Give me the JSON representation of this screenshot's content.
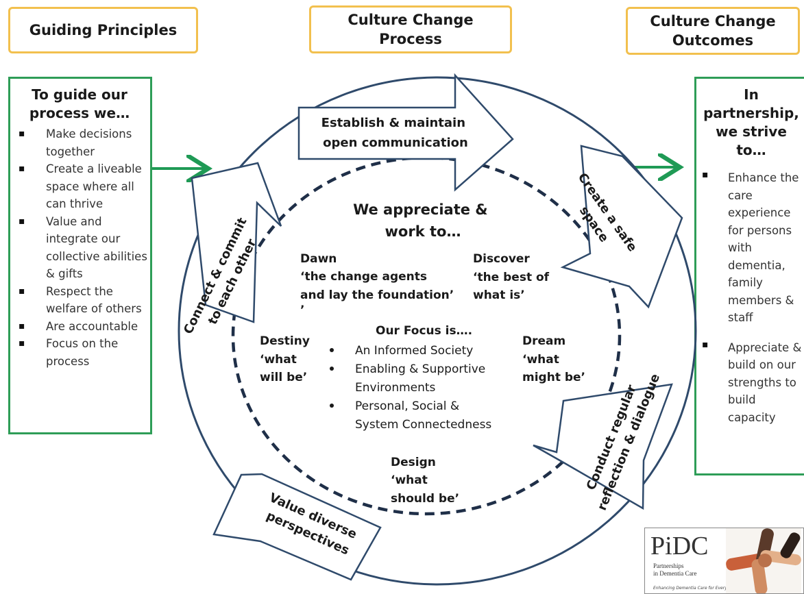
{
  "headers": {
    "guiding": "Guiding Principles",
    "process_line1": "Culture Change",
    "process_line2": "Process",
    "outcomes_line1": "Culture Change",
    "outcomes_line2": "Outcomes"
  },
  "left_panel": {
    "title_line1": "To guide our",
    "title_line2": "process we…",
    "items": [
      "Make decisions together",
      "Create a liveable space where all can thrive",
      "Value and integrate our collective abilities & gifts",
      "Respect the welfare of others",
      "Are accountable",
      "Focus on the process"
    ]
  },
  "right_panel": {
    "title_line1": "In",
    "title_line2": "partnership,",
    "title_line3": "we strive to…",
    "items": [
      "Enhance the care experience for persons with dementia, family members & staff",
      "Appreciate & build on our strengths to build capacity"
    ]
  },
  "cycle": {
    "establish_line1": "Establish & maintain",
    "establish_line2": "open communication",
    "safe_line1": "Create a safe",
    "safe_line2": "space",
    "reflect_line1": "Conduct regular",
    "reflect_line2": "reflection & dialogue",
    "value_line1": "Value diverse",
    "value_line2": "perspectives",
    "connect_line1": "Connect & commit",
    "connect_line2": "to each other"
  },
  "center": {
    "appreciate_line1": "We appreciate &",
    "appreciate_line2": "work to…",
    "dawn_line1": "Dawn",
    "dawn_line2": "‘the change agents",
    "dawn_line3": "and lay the foundation’",
    "dawn_line4": "’",
    "discover_line1": "Discover",
    "discover_line2": "‘the best of",
    "discover_line3": "what is’",
    "destiny_line1": "Destiny",
    "destiny_line2": "‘what",
    "destiny_line3": "will be’",
    "dream_line1": "Dream",
    "dream_line2": "‘what",
    "dream_line3": "might be’",
    "design_line1": "Design",
    "design_line2": "‘what",
    "design_line3": "should be’",
    "focus_title": "Our Focus is….",
    "focus_item1": "An Informed Society",
    "focus_item2_line1": "Enabling & Supportive",
    "focus_item2_line2": "Environments",
    "focus_item3_line1": "Personal, Social &",
    "focus_item3_line2": "System Connectedness"
  },
  "logo": {
    "brand": "PiDC",
    "line1": "Partnerships",
    "line2": "in Dementia Care",
    "tagline": "Enhancing Dementia Care for Everyone"
  },
  "colors": {
    "header_border": "#f2c04e",
    "panel_border": "#2e9d57",
    "circle_stroke": "#2f4a6b",
    "arrow_green": "#1f9a55"
  }
}
